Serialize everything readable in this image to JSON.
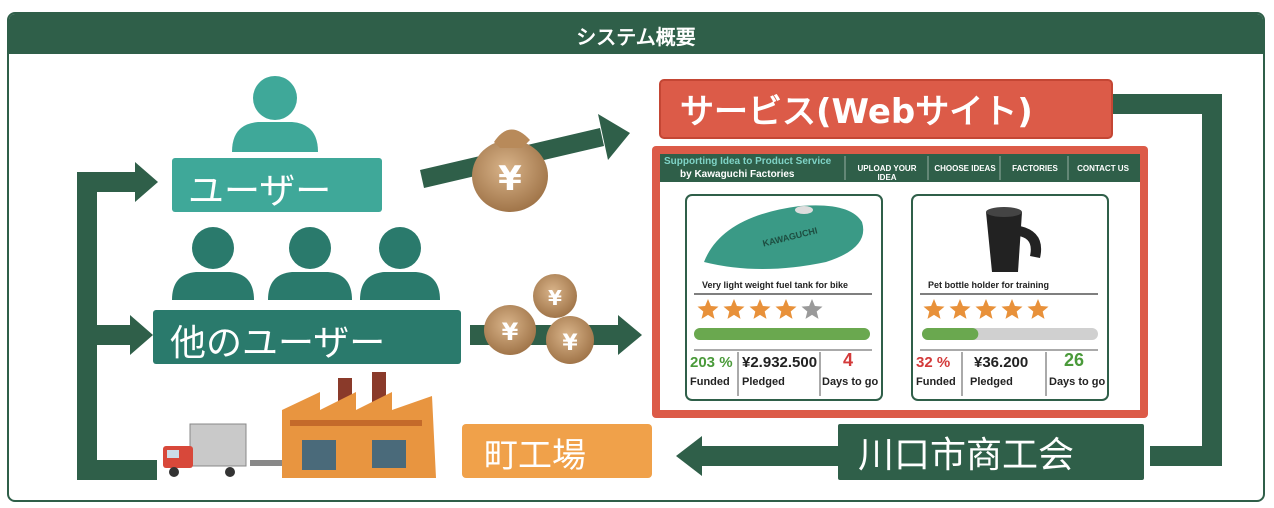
{
  "header": {
    "title": "システム概要"
  },
  "nodes": {
    "user": "ユーザー",
    "other_users": "他のユーザー",
    "service": "サービス(Webサイト)",
    "factory": "町工場",
    "chamber": "川口市商工会"
  },
  "money_icon": "yen-money-bag-icon",
  "website": {
    "brand_line1": "Supporting Idea to Product Service",
    "brand_line2": "by Kawaguchi Factories",
    "nav": [
      "UPLOAD YOUR IDEA",
      "CHOOSE IDEAS",
      "FACTORIES",
      "CONTACT US"
    ],
    "cards": [
      {
        "product_label": "KAWAGUCHI",
        "title": "Very light weight fuel tank for bike",
        "stars": 4,
        "progress": 1.0,
        "funded_value": "203 %",
        "funded_label": "Funded",
        "pledged_value": "¥2.932.500",
        "pledged_label": "Pledged",
        "days_value": "4",
        "days_label": "Days to go",
        "accent": "#4a9a3a"
      },
      {
        "title": "Pet bottle holder for training",
        "stars": 5,
        "progress": 0.32,
        "funded_value": "32 %",
        "funded_label": "Funded",
        "pledged_value": "¥36.200",
        "pledged_label": "Pledged",
        "days_value": "26",
        "days_label": "Days to go",
        "accent": "#4a9a3a"
      }
    ]
  },
  "colors": {
    "header_green": "#2f5f49",
    "arrow_green": "#2f5f49",
    "teal_light": "#3fa899",
    "teal_dark": "#2a7a6c",
    "service_red": "#dc5b48",
    "factory_orange": "#f0a14a",
    "days_red": "#d33a3a",
    "progress_green": "#6aa84f",
    "star_orange": "#e8913a"
  }
}
